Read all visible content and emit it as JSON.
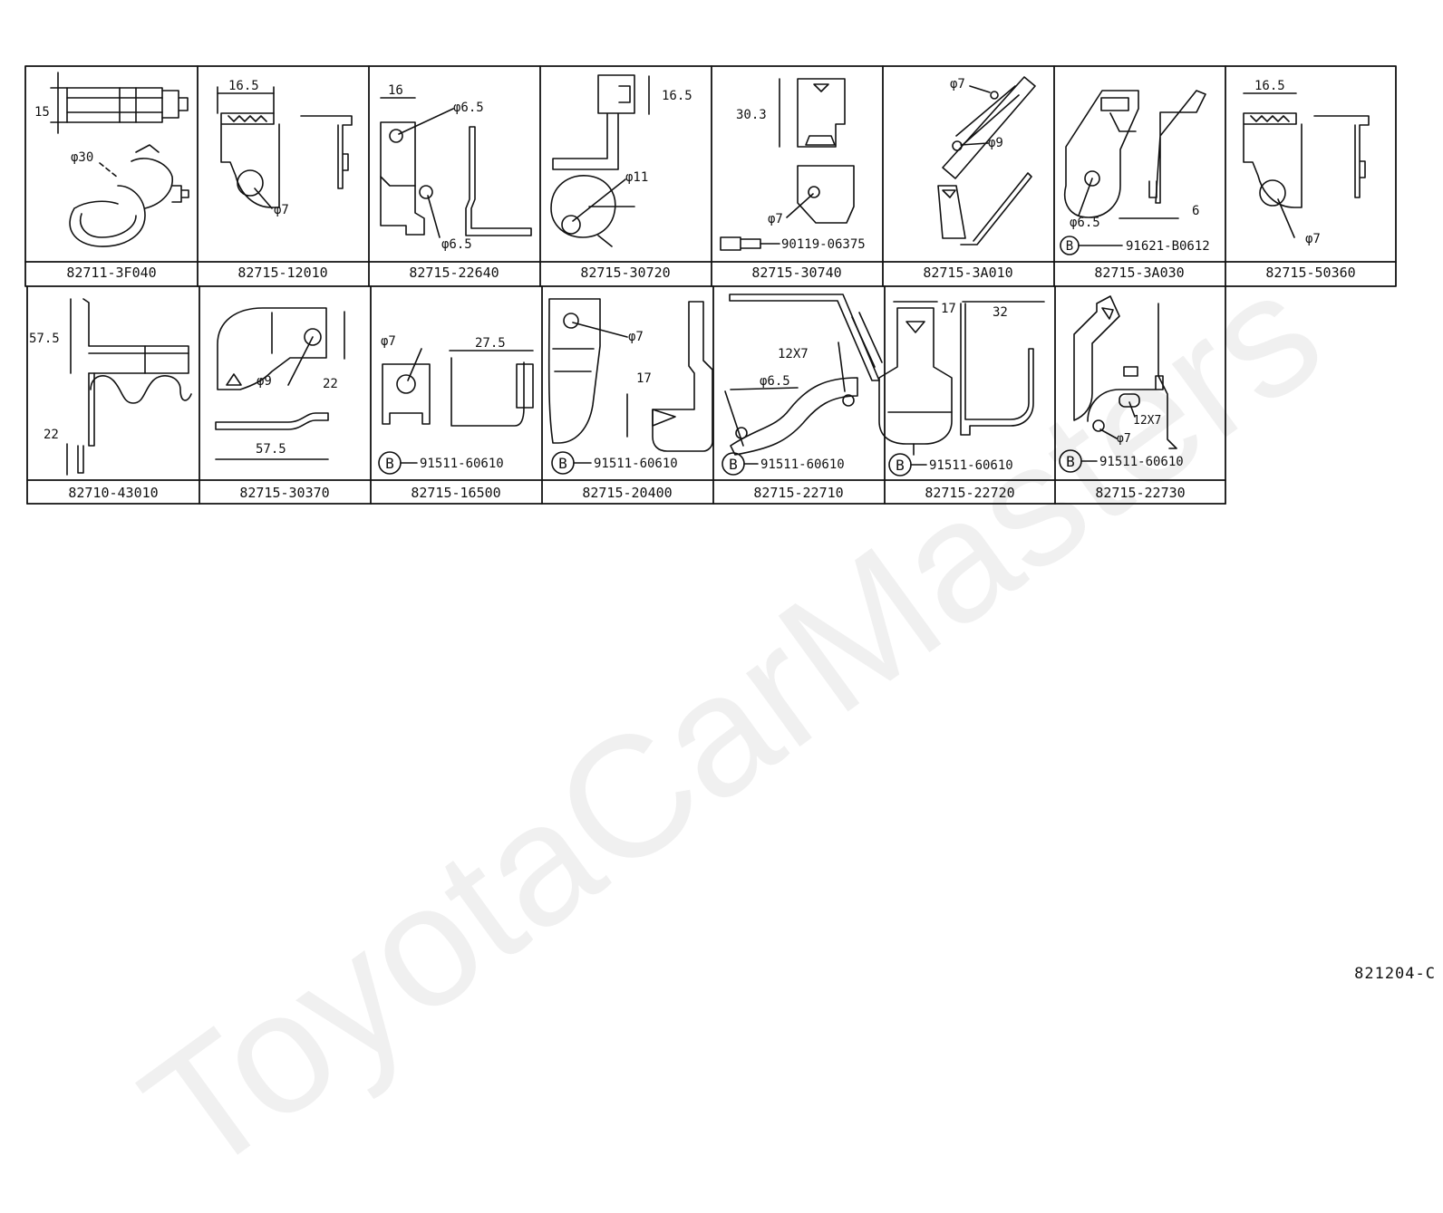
{
  "watermark": "ToyotaCarMasters",
  "diagram_id": "821204-C",
  "row1": [
    {
      "part": "82711-3F040",
      "dims": [
        "15",
        "φ30"
      ]
    },
    {
      "part": "82715-12010",
      "dims": [
        "16.5",
        "φ7"
      ]
    },
    {
      "part": "82715-22640",
      "dims": [
        "16",
        "φ6.5",
        "φ6.5"
      ]
    },
    {
      "part": "82715-30720",
      "dims": [
        "16.5",
        "φ11"
      ]
    },
    {
      "part": "82715-30740",
      "dims": [
        "30.3",
        "φ7"
      ],
      "bolt": "90119-06375"
    },
    {
      "part": "82715-3A010",
      "dims": [
        "φ7",
        "φ9"
      ]
    },
    {
      "part": "82715-3A030",
      "dims": [
        "φ6.5",
        "6"
      ],
      "bolt_mark": "B",
      "bolt": "91621-B0612"
    },
    {
      "part": "82715-50360",
      "dims": [
        "16.5",
        "φ7"
      ]
    }
  ],
  "row2": [
    {
      "part": "82710-43010",
      "dims": [
        "57.5",
        "22"
      ]
    },
    {
      "part": "82715-30370",
      "dims": [
        "φ9",
        "22",
        "57.5"
      ]
    },
    {
      "part": "82715-16500",
      "dims": [
        "φ7",
        "27.5"
      ],
      "bolt_mark": "B",
      "bolt": "91511-60610"
    },
    {
      "part": "82715-20400",
      "dims": [
        "φ7",
        "17"
      ],
      "bolt_mark": "B",
      "bolt": "91511-60610"
    },
    {
      "part": "82715-22710",
      "dims": [
        "12X7",
        "φ6.5"
      ],
      "bolt_mark": "B",
      "bolt": "91511-60610"
    },
    {
      "part": "82715-22720",
      "dims": [
        "17",
        "32"
      ],
      "bolt_mark": "B",
      "bolt": "91511-60610"
    },
    {
      "part": "82715-22730",
      "dims": [
        "12X7",
        "φ7"
      ],
      "bolt_mark": "B",
      "bolt": "91511-60610"
    }
  ]
}
